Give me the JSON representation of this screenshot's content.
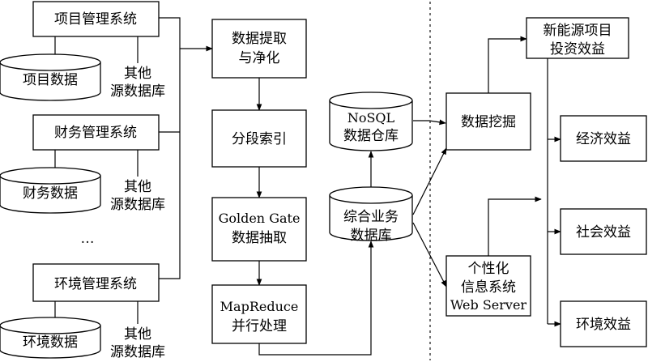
{
  "nodes": {
    "pm_system": "项目管理系统",
    "pm_data": "项目数据",
    "pm_other": [
      "其他",
      "源数据库"
    ],
    "fin_system": "财务管理系统",
    "fin_data": "财务数据",
    "fin_other": [
      "其他",
      "源数据库"
    ],
    "ellipsis": "…",
    "env_system": "环境管理系统",
    "env_data": "环境数据",
    "env_other": [
      "其他",
      "源数据库"
    ],
    "extract": [
      "数据提取",
      "与净化"
    ],
    "index": "分段索引",
    "golden": [
      "Golden Gate",
      "数据抽取"
    ],
    "mapreduce": [
      "MapReduce",
      "并行处理"
    ],
    "nosql": [
      "NoSQL",
      "数据仓库"
    ],
    "biz_db": [
      "综合业务",
      "数据库"
    ],
    "mining": "数据挖掘",
    "personal": [
      "个性化",
      "信息系统",
      "Web Server"
    ],
    "invest": [
      "新能源项目",
      "投资效益"
    ],
    "econ": "经济效益",
    "social": "社会效益",
    "environ": "环境效益"
  },
  "colors": {
    "stroke": "#000000",
    "fill": "#ffffff"
  }
}
